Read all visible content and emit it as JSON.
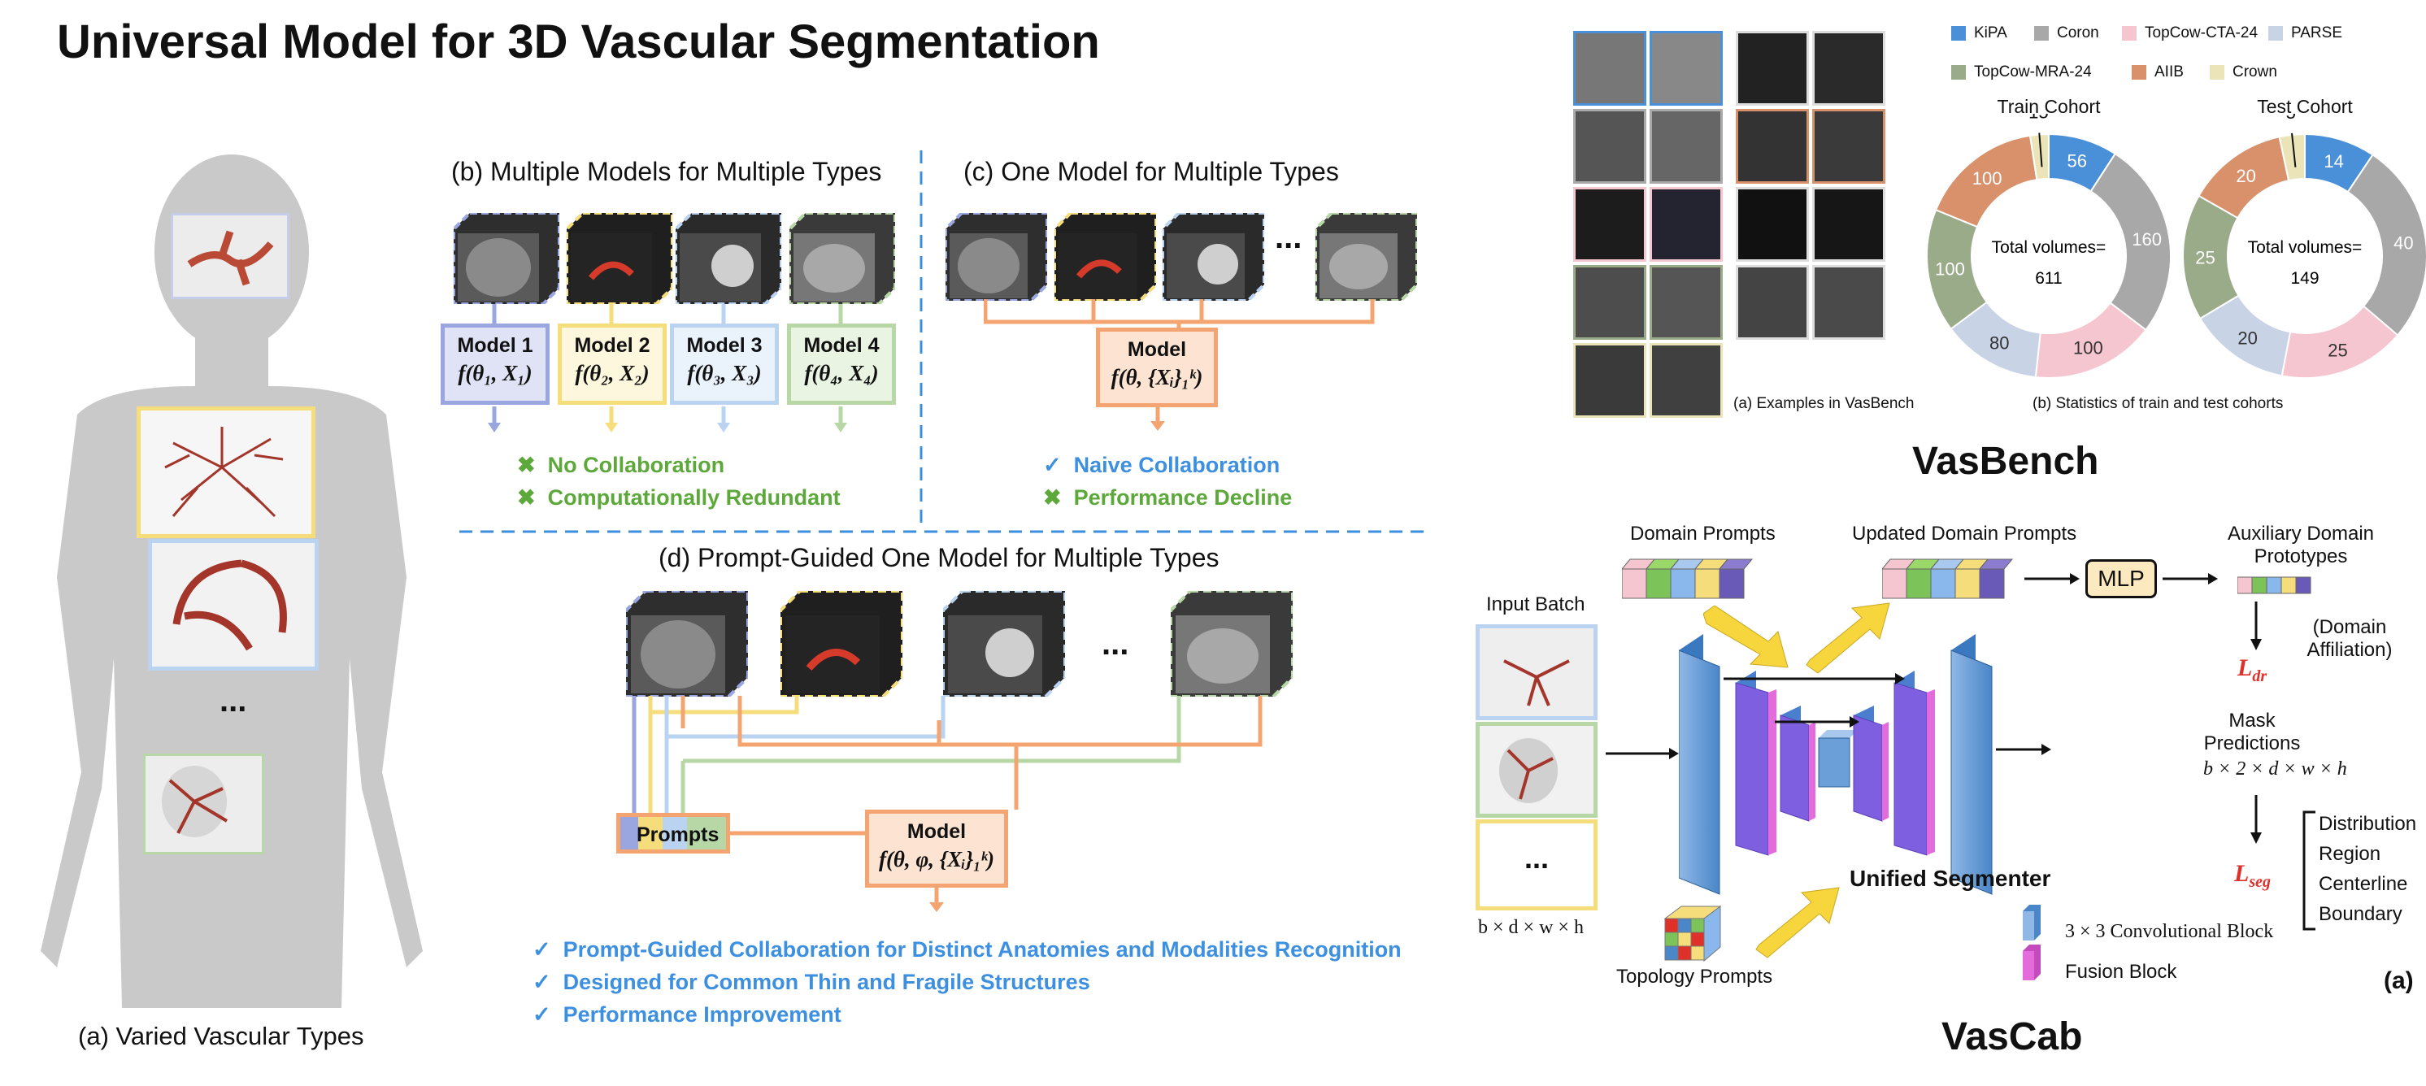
{
  "title": "Universal Model for 3D Vascular Segmentation",
  "panel_a": {
    "caption": "(a) Varied Vascular Types",
    "ellipsis": "..."
  },
  "panel_b": {
    "heading": "(b) Multiple Models for Multiple Types",
    "models": [
      {
        "name": "Model 1",
        "formula": "f(θ₁, X₁)",
        "color": "#9aa6e0"
      },
      {
        "name": "Model 2",
        "formula": "f(θ₂, X₂)",
        "color": "#f4dd7a"
      },
      {
        "name": "Model 3",
        "formula": "f(θ₃, X₃)",
        "color": "#b9d3f0"
      },
      {
        "name": "Model 4",
        "formula": "f(θ₄, X₄)",
        "color": "#b7d8a6"
      }
    ],
    "bullets": [
      "No Collaboration",
      "Computationally Redundant"
    ]
  },
  "panel_c": {
    "heading": "(c) One Model for Multiple Types",
    "ellipsis": "...",
    "model": {
      "name": "Model",
      "formula": "f(θ, {Xᵢ}₁ᵏ)"
    },
    "bullets": [
      {
        "mark": "✓",
        "text": "Naive Collaboration"
      },
      {
        "mark": "✖",
        "text": "Performance Decline"
      }
    ]
  },
  "panel_d": {
    "heading": "(d) Prompt-Guided One Model for Multiple Types",
    "ellipsis": "...",
    "prompts_label": "Prompts",
    "model": {
      "name": "Model",
      "formula": "f(θ, φ, {Xᵢ}₁ᵏ)"
    },
    "bullets": [
      "Prompt-Guided Collaboration for Distinct Anatomies and Modalities Recognition",
      "Designed for Common Thin and Fragile Structures",
      "Performance Improvement"
    ]
  },
  "vasbench": {
    "title": "VasBench",
    "examples_caption": "(a) Examples in VasBench",
    "stats_caption": "(b) Statistics of train and test cohorts",
    "legend": [
      {
        "name": "KiPA",
        "color": "#4a90d9"
      },
      {
        "name": "Coron",
        "color": "#a8a8a8"
      },
      {
        "name": "TopCow-CTA-24",
        "color": "#f6c6d0"
      },
      {
        "name": "PARSE",
        "color": "#c8d3e6"
      },
      {
        "name": "TopCow-MRA-24",
        "color": "#9aab8a"
      },
      {
        "name": "AIIB",
        "color": "#d9916b"
      },
      {
        "name": "Crown",
        "color": "#eae4b8"
      }
    ]
  },
  "chart_data": [
    {
      "type": "pie",
      "title": "Train Cohort",
      "center_label": "Total volumes=",
      "center_value": "611",
      "categories": [
        "KiPA",
        "Coron",
        "TopCow-CTA-24",
        "PARSE",
        "TopCow-MRA-24",
        "AIIB",
        "Crown"
      ],
      "values": [
        56,
        160,
        100,
        80,
        100,
        100,
        15
      ]
    },
    {
      "type": "pie",
      "title": "Test Cohort",
      "center_label": "Total volumes=",
      "center_value": "149",
      "categories": [
        "KiPA",
        "Coron",
        "TopCow-CTA-24",
        "PARSE",
        "TopCow-MRA-24",
        "AIIB",
        "Crown"
      ],
      "values": [
        14,
        40,
        25,
        20,
        25,
        20,
        5
      ]
    }
  ],
  "vascab": {
    "title": "VasCab",
    "input_batch": "Input Batch",
    "input_dims": "b × d × w × h",
    "ellipsis": "...",
    "domain_prompts": "Domain Prompts",
    "updated_domain_prompts": "Updated Domain Prompts",
    "mlp": "MLP",
    "aux_prototypes": "Auxiliary Domain Prototypes",
    "domain_affiliation": "(Domain Affiliation)",
    "loss_dr": "L",
    "loss_dr_sub": "dr",
    "mask_predictions": "Mask Predictions",
    "mask_dims": "b × 2 × d × w × h",
    "loss_seg": "L",
    "loss_seg_sub": "seg",
    "seg_terms": [
      "Distribution",
      "Region",
      "Centerline",
      "Boundary"
    ],
    "unified_segmenter": "Unified Segmenter",
    "topology_prompts": "Topology Prompts",
    "legend_conv": "3 × 3 Convolutional Block",
    "legend_fusion": "Fusion Block",
    "panel_label": "(a)"
  }
}
